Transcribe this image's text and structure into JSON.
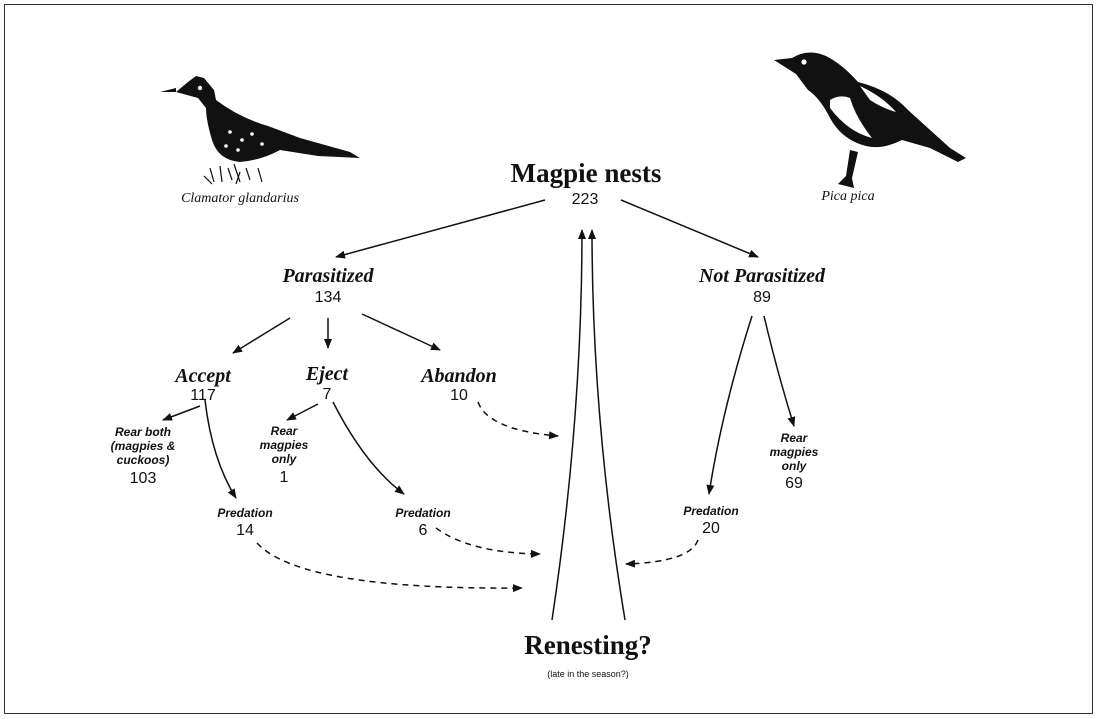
{
  "title": "Magpie nests",
  "total": "223",
  "species_left": "Clamator glandarius",
  "species_right": "Pica pica",
  "parasitized": {
    "label": "Parasitized",
    "count": "134"
  },
  "not_parasitized": {
    "label": "Not Parasitized",
    "count": "89"
  },
  "accept": {
    "label": "Accept",
    "count": "117"
  },
  "eject": {
    "label": "Eject",
    "count": "7"
  },
  "abandon": {
    "label": "Abandon",
    "count": "10"
  },
  "rear_both": {
    "line1": "Rear both",
    "line2": "(magpies &",
    "line3": "cuckoos)",
    "count": "103"
  },
  "rear_magpies_eject": {
    "line1": "Rear",
    "line2": "magpies",
    "line3": "only",
    "count": "1"
  },
  "rear_magpies_np": {
    "line1": "Rear",
    "line2": "magpies",
    "line3": "only",
    "count": "69"
  },
  "predation_accept": {
    "label": "Predation",
    "count": "14"
  },
  "predation_eject": {
    "label": "Predation",
    "count": "6"
  },
  "predation_np": {
    "label": "Predation",
    "count": "20"
  },
  "renesting": "Renesting?",
  "renesting_note": "(late in the season?)",
  "colors": {
    "ink": "#111111",
    "background": "#ffffff"
  }
}
